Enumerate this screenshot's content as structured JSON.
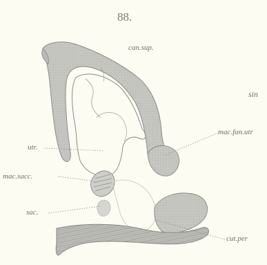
{
  "figure": {
    "number": "88."
  },
  "labels": {
    "can_sup": "can.sup.",
    "sin": "sin",
    "mac_fan_utr": "mac.fan.utr",
    "utr": "utr.",
    "mac_sacc": "mac.sacc.",
    "sac": "sac.",
    "cut_per": "cut.per"
  },
  "colors": {
    "paper": "#fcfcf3",
    "tissue_fill": "#c9c9c3",
    "tissue_stroke": "#8a8a86",
    "dotted_leader": "#8e8e8e",
    "label_text": "#6e6e6e"
  }
}
